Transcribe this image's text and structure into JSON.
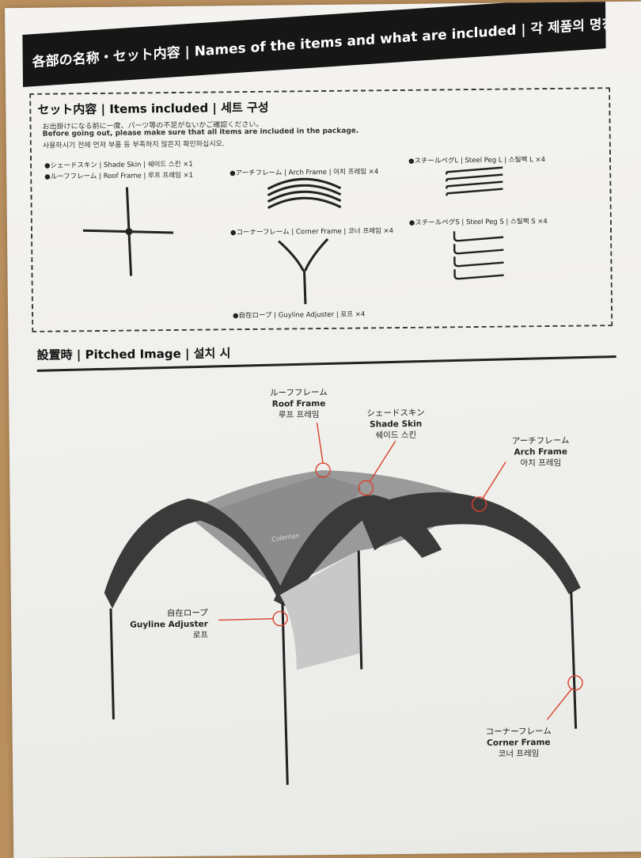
{
  "header": {
    "title": "各部の名称・セット内容 | Names of the items and what are included | 각 제품의 명칭과 세트 구성"
  },
  "items_section": {
    "title": "セット内容 | Items included | 세트 구성",
    "note_ja": "お出掛けになる前に一度、パーツ等の不足がないかご確認ください。",
    "note_en": "Before going out, please make sure that all items are included in the package.",
    "note_ko": "사용하시기 전에 먼저 부품 등 부족하지 않은지 확인하십시오.",
    "items": [
      {
        "label": "●シェードスキン | Shade Skin | 쉐이드 스킨 ×1"
      },
      {
        "label": "●ルーフフレーム | Roof Frame | 루프 프레임 ×1"
      },
      {
        "label": "●アーチフレーム | Arch Frame | 아치 프레임 ×4"
      },
      {
        "label": "●スチールペグL | Steel Peg L | 스틸팩 L ×4"
      },
      {
        "label": "●コーナーフレーム | Corner Frame | 코너 프레임 ×4"
      },
      {
        "label": "●スチールペグS | Steel Peg S | 스틸팩 S ×4"
      },
      {
        "label": "●自在ロープ | Guyline Adjuster | 로프 ×4"
      }
    ]
  },
  "pitched_section": {
    "title": "設置時 | Pitched Image | 설치 시",
    "callouts": {
      "roof": {
        "ja": "ルーフフレーム",
        "en": "Roof Frame",
        "ko": "루프 프레임"
      },
      "shade": {
        "ja": "シェードスキン",
        "en": "Shade Skin",
        "ko": "쉐이드 스킨"
      },
      "arch": {
        "ja": "アーチフレーム",
        "en": "Arch Frame",
        "ko": "아치 프레임"
      },
      "guyline": {
        "ja": "自在ロープ",
        "en": "Guyline Adjuster",
        "ko": "로프"
      },
      "corner": {
        "ja": "コーナーフレーム",
        "en": "Corner Frame",
        "ko": "코너 프레임"
      }
    },
    "brand": "Coleman"
  },
  "colors": {
    "accent": "#d9412b",
    "tent": "#3a3a3a",
    "paper": "#f1f1ee"
  }
}
